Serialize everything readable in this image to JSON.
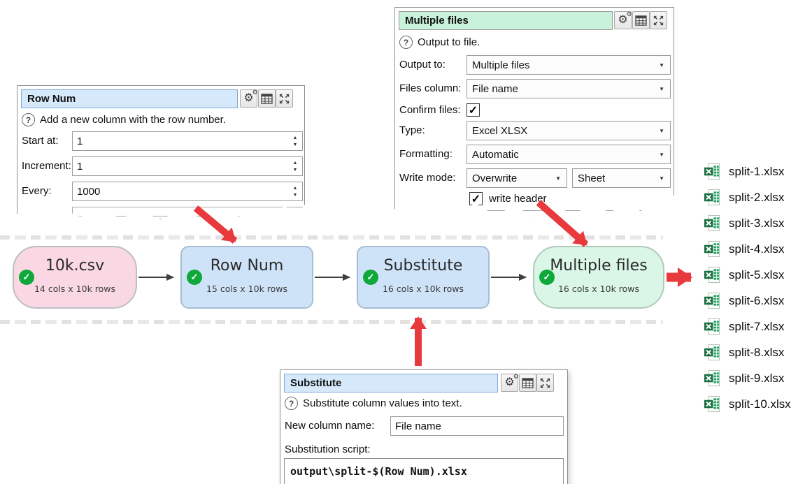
{
  "colors": {
    "annotation_red": "#e8393d",
    "status_green": "#0ea83b",
    "node_pink": "#f9d8e4",
    "node_blue": "#cfe3f8",
    "node_green": "#d9f6e6",
    "header_blue": "#d6e9fb",
    "header_green": "#c9f2da",
    "excel_green": "#1d6f42"
  },
  "icons": {
    "help_glyph": "?",
    "gear_glyph": "⚙",
    "dropdown_glyph": "▼",
    "spin_up_glyph": "▲",
    "spin_down_glyph": "▼",
    "check_glyph": "✓"
  },
  "panels": {
    "row_num": {
      "title": "Row Num",
      "description": "Add a new column with the row number.",
      "fields": [
        {
          "label": "Start at:",
          "value": "1"
        },
        {
          "label": "Increment:",
          "value": "1"
        },
        {
          "label": "Every:",
          "value": "1000"
        }
      ]
    },
    "multiple_files": {
      "title": "Multiple files",
      "description": "Output to file.",
      "output_to": {
        "label": "Output to:",
        "value": "Multiple files"
      },
      "files_column": {
        "label": "Files column:",
        "value": "File name"
      },
      "confirm_files": {
        "label": "Confirm files:",
        "checked": true
      },
      "type": {
        "label": "Type:",
        "value": "Excel XLSX"
      },
      "formatting": {
        "label": "Formatting:",
        "value": "Automatic"
      },
      "write_mode": {
        "label": "Write mode:",
        "value": "Overwrite",
        "value2": "Sheet"
      },
      "write_header": {
        "label": "write header",
        "checked": true
      }
    },
    "substitute": {
      "title": "Substitute",
      "description": "Substitute column values into text.",
      "new_column_name": {
        "label": "New column name:",
        "value": "File name"
      },
      "script_label": "Substitution script:",
      "script": "output\\split-$(Row Num).xlsx"
    }
  },
  "flow": {
    "nodes": [
      {
        "title": "10k.csv",
        "subtitle": "14 cols x 10k rows",
        "kind": "source"
      },
      {
        "title": "Row Num",
        "subtitle": "15 cols x 10k rows",
        "kind": "transform"
      },
      {
        "title": "Substitute",
        "subtitle": "16 cols x 10k rows",
        "kind": "transform"
      },
      {
        "title": "Multiple files",
        "subtitle": "16 cols x 10k rows",
        "kind": "output"
      }
    ]
  },
  "output_files": {
    "items": [
      "split-1.xlsx",
      "split-2.xlsx",
      "split-3.xlsx",
      "split-4.xlsx",
      "split-5.xlsx",
      "split-6.xlsx",
      "split-7.xlsx",
      "split-8.xlsx",
      "split-9.xlsx",
      "split-10.xlsx"
    ]
  }
}
